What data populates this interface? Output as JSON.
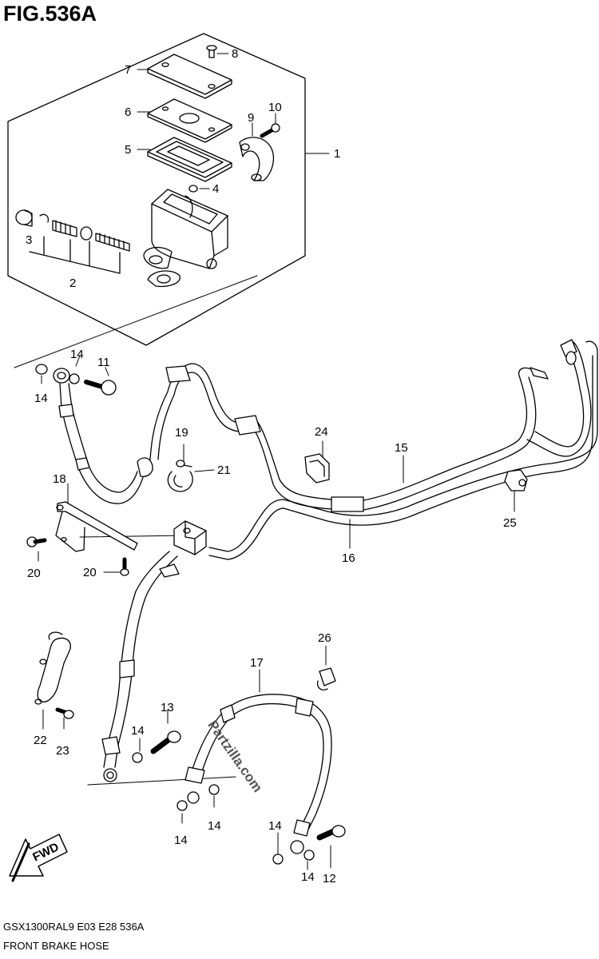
{
  "figure": {
    "title": "FIG.536A",
    "model_code": "GSX1300RAL9  E03  E28  536A",
    "caption": "FRONT BRAKE HOSE",
    "watermark": "Partzilla.com",
    "fwd_label": "FWD"
  },
  "callouts": [
    {
      "id": "c1",
      "label": "1"
    },
    {
      "id": "c2",
      "label": "2"
    },
    {
      "id": "c3",
      "label": "3"
    },
    {
      "id": "c4",
      "label": "4"
    },
    {
      "id": "c5",
      "label": "5"
    },
    {
      "id": "c6",
      "label": "6"
    },
    {
      "id": "c7",
      "label": "7"
    },
    {
      "id": "c8",
      "label": "8"
    },
    {
      "id": "c9",
      "label": "9"
    },
    {
      "id": "c10",
      "label": "10"
    },
    {
      "id": "c11",
      "label": "11"
    },
    {
      "id": "c12",
      "label": "12"
    },
    {
      "id": "c13",
      "label": "13"
    },
    {
      "id": "c14a",
      "label": "14"
    },
    {
      "id": "c14b",
      "label": "14"
    },
    {
      "id": "c14c",
      "label": "14"
    },
    {
      "id": "c14d",
      "label": "14"
    },
    {
      "id": "c14e",
      "label": "14"
    },
    {
      "id": "c14f",
      "label": "14"
    },
    {
      "id": "c14g",
      "label": "14"
    },
    {
      "id": "c15",
      "label": "15"
    },
    {
      "id": "c16",
      "label": "16"
    },
    {
      "id": "c17",
      "label": "17"
    },
    {
      "id": "c18",
      "label": "18"
    },
    {
      "id": "c19",
      "label": "19"
    },
    {
      "id": "c20a",
      "label": "20"
    },
    {
      "id": "c20b",
      "label": "20"
    },
    {
      "id": "c21",
      "label": "21"
    },
    {
      "id": "c22",
      "label": "22"
    },
    {
      "id": "c23",
      "label": "23"
    },
    {
      "id": "c24",
      "label": "24"
    },
    {
      "id": "c25",
      "label": "25"
    },
    {
      "id": "c26",
      "label": "26"
    }
  ]
}
